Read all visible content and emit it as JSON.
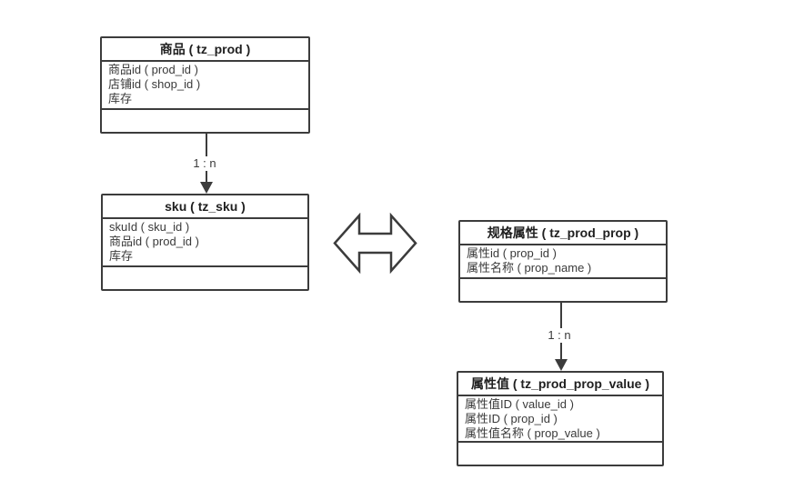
{
  "diagram": {
    "entities": {
      "prod": {
        "title": "商品 ( tz_prod )",
        "fields": [
          "商品id ( prod_id )",
          "店铺id ( shop_id )",
          "库存"
        ]
      },
      "sku": {
        "title": "sku ( tz_sku )",
        "fields": [
          "skuId ( sku_id )",
          "商品id ( prod_id )",
          "库存"
        ]
      },
      "prop": {
        "title": "规格属性 ( tz_prod_prop )",
        "fields": [
          "属性id ( prop_id )",
          "属性名称 ( prop_name )"
        ]
      },
      "prop_value": {
        "title": "属性值 ( tz_prod_prop_value )",
        "fields": [
          "属性值ID ( value_id )",
          "属性ID ( prop_id )",
          "属性值名称 ( prop_value )"
        ]
      }
    },
    "connectors": {
      "prod_to_sku_label": "1 : n",
      "prop_to_value_label": "1 : n"
    },
    "colors": {
      "line": "#3c3c3c",
      "text": "#3a3a3a",
      "background": "#ffffff"
    }
  }
}
